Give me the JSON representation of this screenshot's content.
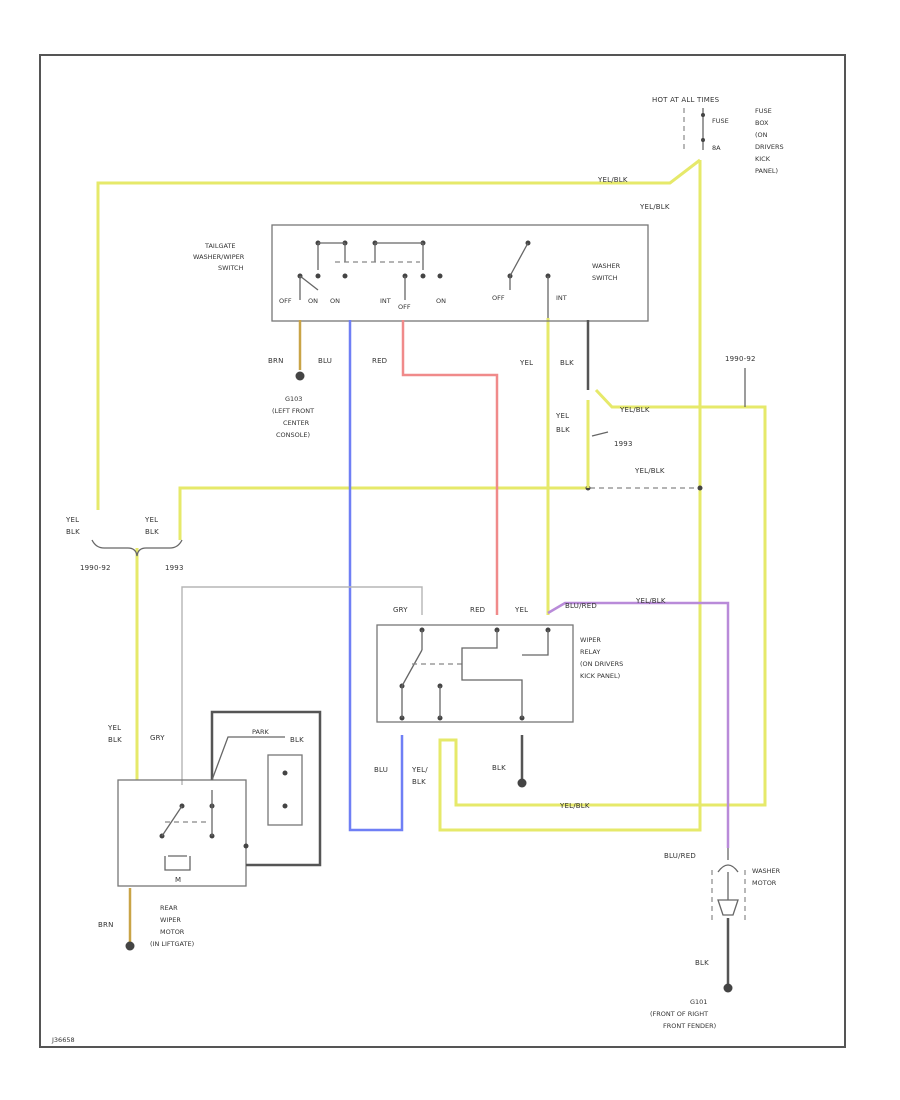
{
  "hot_label": "HOT AT ALL TIMES",
  "fuse_box": {
    "fuse_label": "FUSE",
    "fuse_value": "8A",
    "location": [
      "FUSE",
      "BOX",
      "(ON",
      "DRIVERS",
      "KICK",
      "PANEL)"
    ]
  },
  "tailgate_switch": {
    "title": [
      "TAILGATE",
      "WASHER/WIPER",
      "SWITCH"
    ],
    "pos_off": "OFF",
    "pos_on": "ON",
    "pos_int": "INT",
    "pos_off2": "OFF",
    "pos_on2": "ON"
  },
  "washer_switch": {
    "title": [
      "WASHER",
      "SWITCH"
    ],
    "pos_off": "OFF",
    "pos_int": "INT"
  },
  "ground_g103": {
    "code": "G103",
    "location": [
      "(LEFT FRONT",
      "CENTER",
      "CONSOLE)"
    ]
  },
  "wiper_relay": {
    "title": [
      "WIPER",
      "RELAY",
      "(ON DRIVERS",
      "KICK PANEL)"
    ],
    "pin_gry": "GRY",
    "pin_red": "RED",
    "pin_yel": "YEL"
  },
  "rear_wiper_motor": {
    "title": [
      "REAR",
      "WIPER",
      "MOTOR",
      "(IN LIFTGATE)"
    ],
    "park_label": "PARK",
    "motor_label": "M"
  },
  "washer_motor": {
    "title": [
      "WASHER",
      "MOTOR"
    ],
    "ground_code": "G101",
    "ground_location": [
      "(FRONT OF RIGHT",
      "FRONT FENDER)"
    ]
  },
  "wires": {
    "yel_blk": "YEL/BLK",
    "yel": "YEL",
    "blk": "BLK",
    "brn": "BRN",
    "blu": "BLU",
    "red": "RED",
    "gry": "GRY",
    "blu_red": "BLU/RED",
    "blu_blk": "BLU",
    "yel_blk_short": "YEL/",
    "blk_short": "BLK"
  },
  "years": {
    "y1": "1990-92",
    "y2": "1993",
    "y3": "1993"
  },
  "footer_code": "J36658"
}
